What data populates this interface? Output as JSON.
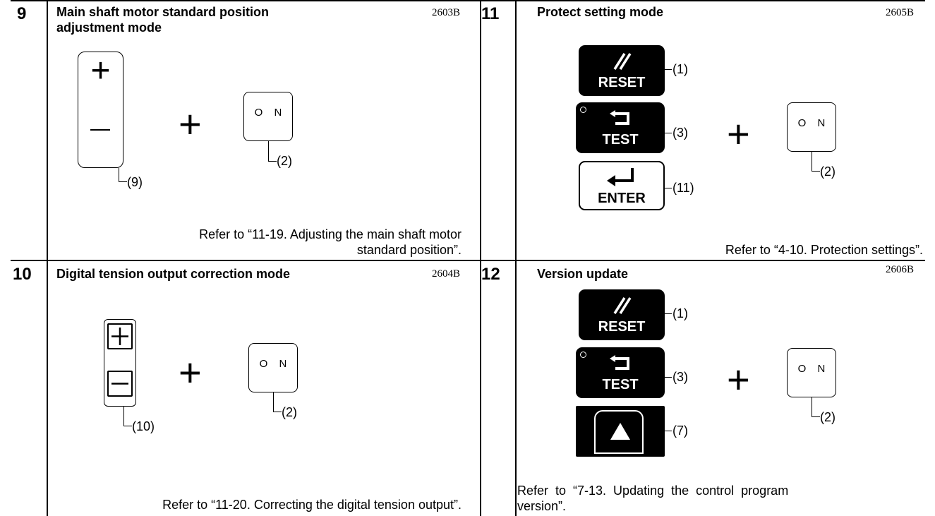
{
  "cells": {
    "c9": {
      "number": "9",
      "title_line1": "Main shaft motor standard position",
      "title_line2": "adjustment mode",
      "code": "2603B",
      "refer_line1": "Refer to “11-19. Adjusting the main shaft motor",
      "refer_line2": "standard position”.",
      "label_rocker": "(9)",
      "label_on": "(2)",
      "on_text": "O N"
    },
    "c10": {
      "number": "10",
      "title": "Digital tension output correction mode",
      "code": "2604B",
      "refer": "Refer to “11-20. Correcting the digital tension output”.",
      "label_rocker": "(10)",
      "label_on": "(2)",
      "on_text": "O N"
    },
    "c11": {
      "number": "11",
      "title": "Protect setting mode",
      "code": "2605B",
      "refer": "Refer to “4-10. Protection settings”.",
      "key_reset": "RESET",
      "key_test": "TEST",
      "key_enter": "ENTER",
      "label_reset": "(1)",
      "label_test": "(3)",
      "label_enter": "(11)",
      "label_on": "(2)",
      "on_text": "O N"
    },
    "c12": {
      "number": "12",
      "title": "Version update",
      "code": "2606B",
      "refer_line1": "Refer  to  “7-13.  Updating  the  control  program",
      "refer_line2": "version”.",
      "key_reset": "RESET",
      "key_test": "TEST",
      "label_reset": "(1)",
      "label_test": "(3)",
      "label_up": "(7)",
      "label_on": "(2)",
      "on_text": "O N"
    }
  },
  "icons": [
    "plus-icon",
    "minus-icon",
    "reset-slash-icon",
    "test-return-icon",
    "enter-arrow-icon",
    "up-triangle-icon"
  ]
}
